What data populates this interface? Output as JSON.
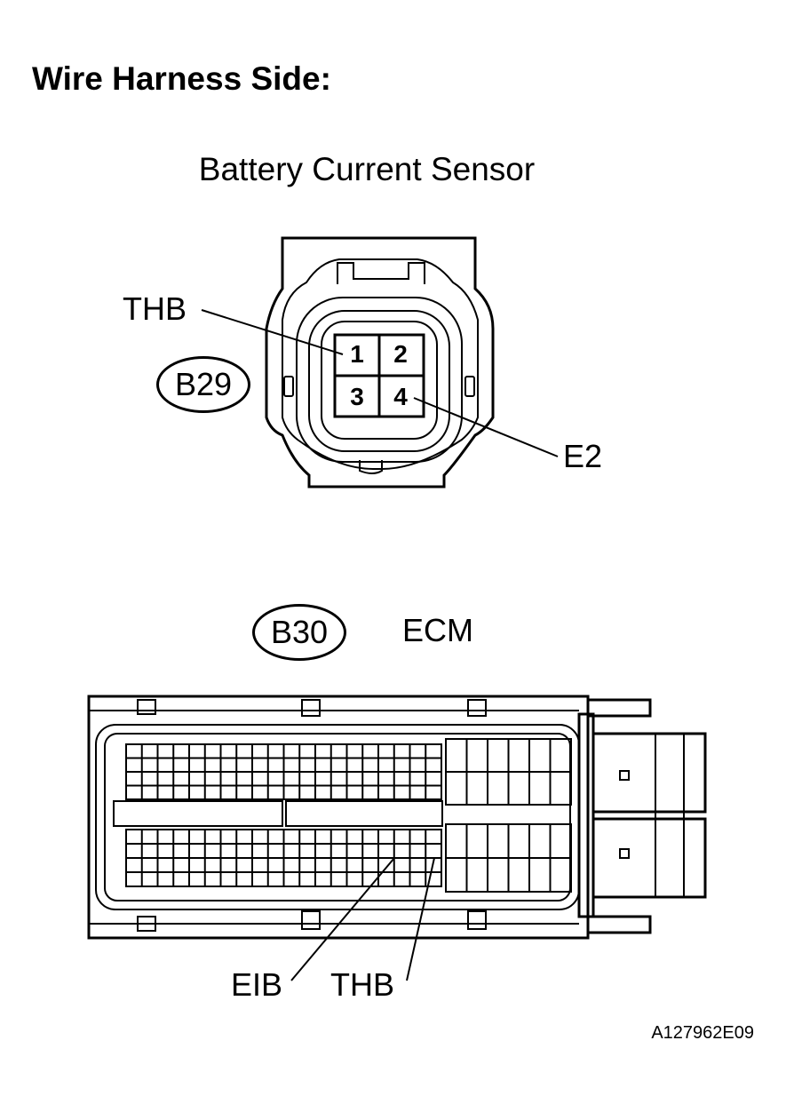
{
  "heading": "Wire Harness Side:",
  "sensor": {
    "title": "Battery Current Sensor",
    "connector_id": "B29",
    "pins": [
      "1",
      "2",
      "3",
      "4"
    ],
    "terminal_labels": {
      "thb": "THB",
      "e2": "E2"
    }
  },
  "ecm": {
    "connector_id": "B30",
    "title": "ECM",
    "terminal_labels": {
      "eib": "EIB",
      "thb": "THB"
    }
  },
  "reference_code": "A127962E09"
}
